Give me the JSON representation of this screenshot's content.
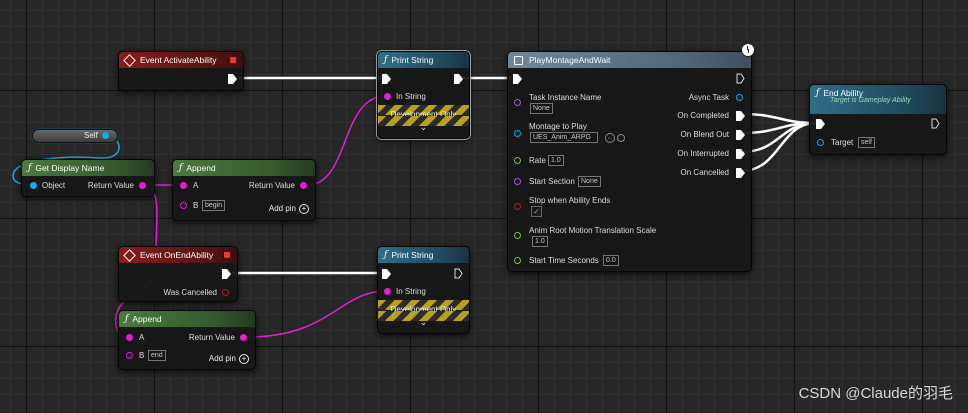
{
  "event_activate": {
    "title": "Event ActivateAbility"
  },
  "print_string_1": {
    "title": "Print String",
    "in_string": "In String",
    "dev_only": "Development Only"
  },
  "print_string_2": {
    "title": "Print String",
    "in_string": "In String",
    "dev_only": "Development Only"
  },
  "play_montage": {
    "title": "PlayMontageAndWait",
    "task_instance_name": "Task Instance Name",
    "task_instance_value": "None",
    "async_task": "Async Task",
    "montage_to_play": "Montage to Play",
    "montage_value": "UES_Anim_ARPG",
    "rate": "Rate",
    "rate_value": "1.0",
    "start_section": "Start Section",
    "start_section_value": "None",
    "stop_when_ends": "Stop when Ability Ends",
    "anim_root_scale": "Anim Root Motion Translation Scale",
    "anim_root_scale_value": "1.0",
    "start_time": "Start Time Seconds",
    "start_time_value": "0.0",
    "on_completed": "On Completed",
    "on_blend_out": "On Blend Out",
    "on_interrupted": "On Interrupted",
    "on_cancelled": "On Cancelled"
  },
  "end_ability": {
    "title": "End Ability",
    "subtitle": "Target is Gameplay Ability",
    "target": "Target",
    "target_value": "self"
  },
  "self_node": {
    "label": "Self"
  },
  "get_display_name": {
    "title": "Get Display Name",
    "object": "Object",
    "return_value": "Return Value"
  },
  "append_1": {
    "title": "Append",
    "a": "A",
    "b": "B",
    "b_value": "begin",
    "return_value": "Return Value",
    "add_pin": "Add pin"
  },
  "event_end": {
    "title": "Event OnEndAbility",
    "was_cancelled": "Was Cancelled"
  },
  "append_2": {
    "title": "Append",
    "a": "A",
    "b": "B",
    "b_value": "end",
    "return_value": "Return Value",
    "add_pin": "Add pin"
  },
  "watermark": "CSDN @Claude的羽毛",
  "colors": {
    "exec": "#ffffff",
    "string_pin": "#e21fd2",
    "object_pin": "#18a7e8",
    "float_pin": "#7ac242",
    "name_pin": "#a05bdc",
    "bool_pin": "#c01a1a"
  }
}
